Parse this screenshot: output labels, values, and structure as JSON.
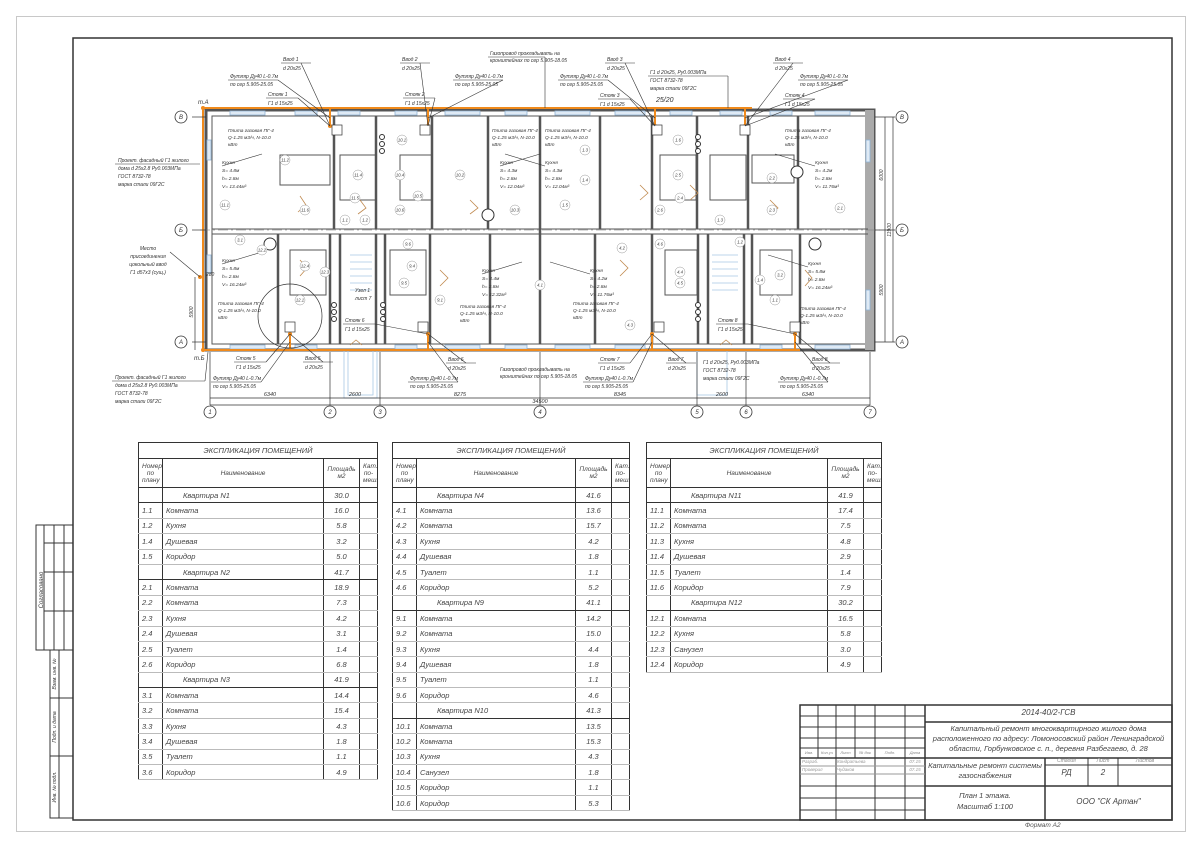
{
  "sheet": {
    "format_label": "Формат А2"
  },
  "side_stamp": {
    "agreed": "Согласовано",
    "inv_replaced": "Взам. инв. №",
    "sign_date": "Подп. и дата",
    "inv_orig": "Инв. № подл."
  },
  "plan": {
    "axes": {
      "V": "В",
      "B": "Б",
      "A": "А",
      "c1": "1",
      "c2": "2",
      "c3": "3",
      "c4": "4",
      "c5": "5",
      "c6": "6",
      "c7": "7"
    },
    "dims": {
      "d1": "6340",
      "d2": "2600",
      "d3": "8275",
      "d4": "8345",
      "d5": "2600",
      "d6": "6340",
      "total": "34500",
      "right1": "6000",
      "right2": "5900",
      "right_total": "11900",
      "left": "5900",
      "left_small": "280"
    },
    "marks": {
      "tA": "т.А",
      "tB": "т.Б",
      "slope": "25/20"
    },
    "inputs": [
      {
        "title": "Ввод 1",
        "size": "d 20x25"
      },
      {
        "title": "Ввод 2",
        "size": "d 20x25"
      },
      {
        "title": "Ввод 3",
        "size": "d 20x25"
      },
      {
        "title": "Ввод 4",
        "size": "d 20x25"
      },
      {
        "title": "Ввод 5",
        "size": "d 20x25"
      },
      {
        "title": "Ввод 6",
        "size": "d 20x25"
      },
      {
        "title": "Ввод 7",
        "size": "d 20x25"
      },
      {
        "title": "Ввод 8",
        "size": "d 20x25"
      }
    ],
    "risers": [
      {
        "title": "Стояк 1",
        "size": "Г1 d 15x25"
      },
      {
        "title": "Стояк 2",
        "size": "Г1 d 15x25"
      },
      {
        "title": "Стояк 3",
        "size": "Г1 d 15x25"
      },
      {
        "title": "Стояк 4",
        "size": "Г1 d 15x25"
      },
      {
        "title": "Стояк 5",
        "size": "Г1 d 15x25"
      },
      {
        "title": "Стояк 6",
        "size": "Г1 d 15x25"
      },
      {
        "title": "Стояк 7",
        "size": "Г1 d 15x25"
      },
      {
        "title": "Стояк 8",
        "size": "Г1 d 15x25"
      }
    ],
    "sleeve": {
      "line1": "Футляр Ду40 L-0.7м",
      "line2": "по сер 5.905-25.05"
    },
    "stove": {
      "line1": "Плита газовая ПГ-4",
      "line2": "Q-1.25 м3/ч, N-10.0",
      "line3": "кВт"
    },
    "kitchens": [
      {
        "name": "Кухня",
        "s": "S= 4.8м",
        "h": "h= 2.8м",
        "v": "V= 13.44м³"
      },
      {
        "name": "Кухня",
        "s": "S= 4.3м",
        "h": "h= 2.8м",
        "v": "V= 12.04м³"
      },
      {
        "name": "Кухня",
        "s": "S= 4.3м",
        "h": "h= 2.8м",
        "v": "V= 12.04м³"
      },
      {
        "name": "Кухня",
        "s": "S= 4.2м",
        "h": "h= 2.8м",
        "v": "V= 11.76м³"
      },
      {
        "name": "Кухня",
        "s": "S= 5.8м",
        "h": "h= 2.8м",
        "v": "V= 16.24м³"
      },
      {
        "name": "Кухня",
        "s": "S= 4.4м",
        "h": "h= 2.8м",
        "v": "V= 12.32м³"
      },
      {
        "name": "Кухня",
        "s": "S= 4.2м",
        "h": "h= 2.8м",
        "v": "V= 11.76м³"
      },
      {
        "name": "Кухня",
        "s": "S= 5.8м",
        "h": "h= 2.8м",
        "v": "V= 16.24м³"
      }
    ],
    "notes": {
      "facade1": "Проект. фасадный Г1 жилого",
      "facade2": "дома d 25x2.8 Ру0.003МПа",
      "facade3": "ГОСТ 8732-78",
      "facade4": "марка стали 09Г2С",
      "conn1": "Место",
      "conn2": "присоединения",
      "conn3": "цокольный ввод",
      "conn4": "Г1 d57x3 (сущ.)",
      "bracket1": "Газопровод прокладывать на",
      "bracket2": "кронштейнах по сер 5.905-18.05",
      "riser1": "Г1 d 20x25, Ру0.003МПа",
      "riser2": "ГОСТ 8732-78",
      "riser3": "марка стали 09Г2С",
      "node1": "Узел 1",
      "node2": "лист 7"
    },
    "rooms": [
      "11.2",
      "11.1",
      "11.6",
      "11.4",
      "11.5",
      "10.1",
      "10.4",
      "10.5",
      "10.6",
      "10.2",
      "10.3",
      "1.1",
      "1.2",
      "1.3",
      "1.4",
      "1.5",
      "1.6",
      "2.5",
      "2.4",
      "2.6",
      "2.2",
      "2.3",
      "2.1",
      "12.1",
      "12.2",
      "12.4",
      "12.3",
      "3.1",
      "3.2",
      "9.4",
      "9.5",
      "9.6",
      "9.1",
      "4.1",
      "4.2",
      "4.4",
      "4.5",
      "4.6",
      "4.3",
      "1.3",
      "1.2",
      "1.4",
      "1.1"
    ]
  },
  "tables": [
    {
      "title": "ЭКСПЛИКАЦИЯ ПОМЕЩЕНИЙ",
      "col_num": "Номер по плану",
      "col_name": "Наименование",
      "col_area": "Площадь м2",
      "col_cat": "Кат. по-меш.",
      "groups": [
        {
          "name": "Квартира N1",
          "area": "30.0",
          "rows": [
            [
              "1.1",
              "Комната",
              "16.0"
            ],
            [
              "1.2",
              "Кухня",
              "5.8"
            ],
            [
              "1.4",
              "Душевая",
              "3.2"
            ],
            [
              "1.5",
              "Коридор",
              "5.0"
            ]
          ]
        },
        {
          "name": "Квартира N2",
          "area": "41.7",
          "rows": [
            [
              "2.1",
              "Комната",
              "18.9"
            ],
            [
              "2.2",
              "Комната",
              "7.3"
            ],
            [
              "2.3",
              "Кухня",
              "4.2"
            ],
            [
              "2.4",
              "Душевая",
              "3.1"
            ],
            [
              "2.5",
              "Туалет",
              "1.4"
            ],
            [
              "2.6",
              "Коридор",
              "6.8"
            ]
          ]
        },
        {
          "name": "Квартира N3",
          "area": "41.9",
          "rows": [
            [
              "3.1",
              "Комната",
              "14.4"
            ],
            [
              "3.2",
              "Комната",
              "15.4"
            ],
            [
              "3.3",
              "Кухня",
              "4.3"
            ],
            [
              "3.4",
              "Душевая",
              "1.8"
            ],
            [
              "3.5",
              "Туалет",
              "1.1"
            ],
            [
              "3.6",
              "Коридор",
              "4.9"
            ]
          ]
        }
      ]
    },
    {
      "title": "ЭКСПЛИКАЦИЯ ПОМЕЩЕНИЙ",
      "col_num": "Номер по плану",
      "col_name": "Наименование",
      "col_area": "Площадь м2",
      "col_cat": "Кат. по-меш.",
      "groups": [
        {
          "name": "Квартира N4",
          "area": "41.6",
          "rows": [
            [
              "4.1",
              "Комната",
              "13.6"
            ],
            [
              "4.2",
              "Комната",
              "15.7"
            ],
            [
              "4.3",
              "Кухня",
              "4.2"
            ],
            [
              "4.4",
              "Душевая",
              "1.8"
            ],
            [
              "4.5",
              "Туалет",
              "1.1"
            ],
            [
              "4.6",
              "Коридор",
              "5.2"
            ]
          ]
        },
        {
          "name": "Квартира N9",
          "area": "41.1",
          "rows": [
            [
              "9.1",
              "Комната",
              "14.2"
            ],
            [
              "9.2",
              "Комната",
              "15.0"
            ],
            [
              "9.3",
              "Кухня",
              "4.4"
            ],
            [
              "9.4",
              "Душевая",
              "1.8"
            ],
            [
              "9.5",
              "Туалет",
              "1.1"
            ],
            [
              "9.6",
              "Коридор",
              "4.6"
            ]
          ]
        },
        {
          "name": "Квартира N10",
          "area": "41.3",
          "rows": [
            [
              "10.1",
              "Комната",
              "13.5"
            ],
            [
              "10.2",
              "Комната",
              "15.3"
            ],
            [
              "10.3",
              "Кухня",
              "4.3"
            ],
            [
              "10.4",
              "Санузел",
              "1.8"
            ],
            [
              "10.5",
              "Коридор",
              "1.1"
            ],
            [
              "10.6",
              "Коридор",
              "5.3"
            ]
          ]
        }
      ]
    },
    {
      "title": "ЭКСПЛИКАЦИЯ ПОМЕЩЕНИЙ",
      "col_num": "Номер по плану",
      "col_name": "Наименование",
      "col_area": "Площадь м2",
      "col_cat": "Кат. по-меш.",
      "groups": [
        {
          "name": "Квартира N11",
          "area": "41.9",
          "rows": [
            [
              "11.1",
              "Комната",
              "17.4"
            ],
            [
              "11.2",
              "Комната",
              "7.5"
            ],
            [
              "11.3",
              "Кухня",
              "4.8"
            ],
            [
              "11.4",
              "Душевая",
              "2.9"
            ],
            [
              "11.5",
              "Туалет",
              "1.4"
            ],
            [
              "11.6",
              "Коридор",
              "7.9"
            ]
          ]
        },
        {
          "name": "Квартира N12",
          "area": "30.2",
          "rows": [
            [
              "12.1",
              "Комната",
              "16.5"
            ],
            [
              "12.2",
              "Кухня",
              "5.8"
            ],
            [
              "12.3",
              "Санузел",
              "3.0"
            ],
            [
              "12.4",
              "Коридор",
              "4.9"
            ]
          ]
        }
      ]
    }
  ],
  "title_block": {
    "code": "2014-40/2-ГСВ",
    "address1": "Капитальный ремонт многоквартирного жилого дома",
    "address2": "расположенного по адресу: Ломоносовский район Ленинградской",
    "address3": "области, Горбунковское с. п., деревня Разбегаево, д. 28",
    "system1": "Капитальные ремонт системы",
    "system2": "газоснабжения",
    "sheet1": "План 1 этажа.",
    "sheet2": "Масштаб 1:100",
    "company": "ООО \"СК Артан\"",
    "stage_label": "Стадия",
    "sheet_label": "Лист",
    "sheets_label": "Листов",
    "stage": "РД",
    "sheet_no": "2",
    "sheets": "",
    "cols": [
      "Изм.",
      "Кол.уч",
      "Лист",
      "№ док",
      "Подп.",
      "Дата"
    ],
    "dev_role": "Разраб.",
    "dev_name": "Кондратьева",
    "dev_date": "07.15",
    "chk_role": "Проверил",
    "chk_name": "Чудаков",
    "chk_date": "07.15"
  },
  "colors": {
    "gas_line": "#f08a1c",
    "window": "#a9c8e4",
    "stair": "#a9c8e4",
    "ink": "#333333"
  }
}
